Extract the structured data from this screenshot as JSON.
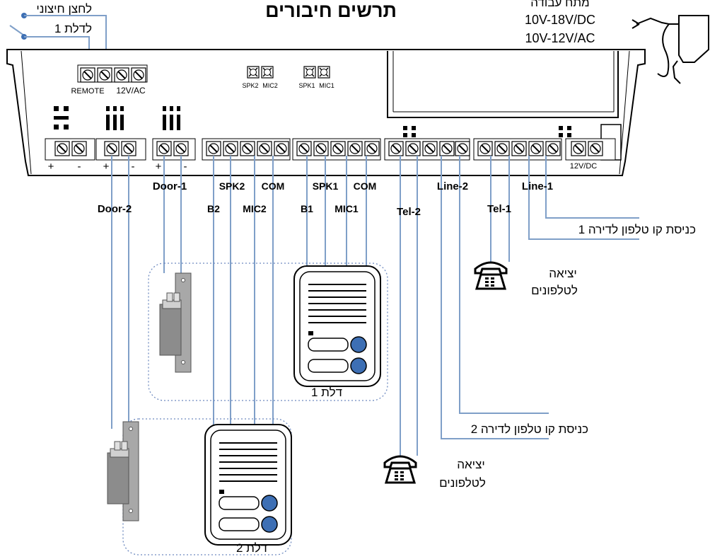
{
  "title": "תרשים חיבורים",
  "power": {
    "header": "מתח עבודה",
    "dc": "10V-18V/DC",
    "ac": "10V-12V/AC"
  },
  "switches": {
    "external": "לחצן חיצוני",
    "door1": "לדלת 1"
  },
  "board": {
    "top_terminal_labels": [
      "REMOTE",
      "12V/AC"
    ],
    "speaker_labels": [
      "SPK2",
      "MIC2",
      "SPK1",
      "MIC1"
    ],
    "power_terminal_label": "12V/DC",
    "polarity": [
      "+",
      "-",
      "+",
      "-",
      "+",
      "-"
    ]
  },
  "wire_labels": {
    "door1": "Door-1",
    "door2": "Door-2",
    "spk2": "SPK2",
    "com2": "COM",
    "spk1": "SPK1",
    "com1": "COM",
    "b2": "B2",
    "mic2": "MIC2",
    "b1": "B1",
    "mic1": "MIC1",
    "tel2": "Tel-2",
    "line2": "Line-2",
    "tel1": "Tel-1",
    "line1": "Line-1"
  },
  "phone_notes": {
    "line_in_1": "כניסת קו טלפון לדירה 1",
    "line_in_2": "כניסת קו טלפון לדירה 2",
    "out1_a": "יציאה",
    "out1_b": "לטלפונים",
    "out2_a": "יציאה",
    "out2_b": "לטלפונים"
  },
  "doors": {
    "door1": "דלת 1",
    "door2": "דלת 2"
  },
  "colors": {
    "wire": "#7f9fc8",
    "button": "#3d6fb4",
    "dashed": "#6f8bc0"
  }
}
